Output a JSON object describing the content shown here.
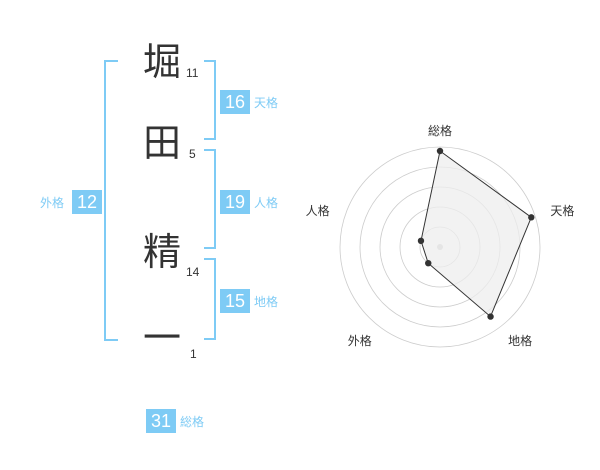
{
  "name": {
    "chars": [
      {
        "char": "堀",
        "strokes": "11"
      },
      {
        "char": "田",
        "strokes": "5"
      },
      {
        "char": "精",
        "strokes": "14"
      },
      {
        "char": "一",
        "strokes": "1"
      }
    ]
  },
  "fortunes": {
    "tenkaku": {
      "value": "16",
      "label": "天格"
    },
    "jinkaku": {
      "value": "19",
      "label": "人格"
    },
    "chikaku": {
      "value": "15",
      "label": "地格"
    },
    "gaikaku": {
      "value": "12",
      "label": "外格"
    },
    "soukaku": {
      "value": "31",
      "label": "総格"
    }
  },
  "colors": {
    "accent": "#7ecbf5",
    "text": "#333333",
    "radar_fill": "#eeeeee"
  },
  "chart_data": {
    "type": "radar",
    "axes": [
      "総格",
      "天格",
      "地格",
      "外格",
      "人格"
    ],
    "values": [
      4.8,
      4.8,
      4.3,
      1.0,
      1.0
    ],
    "max": 5,
    "rings": 5
  }
}
